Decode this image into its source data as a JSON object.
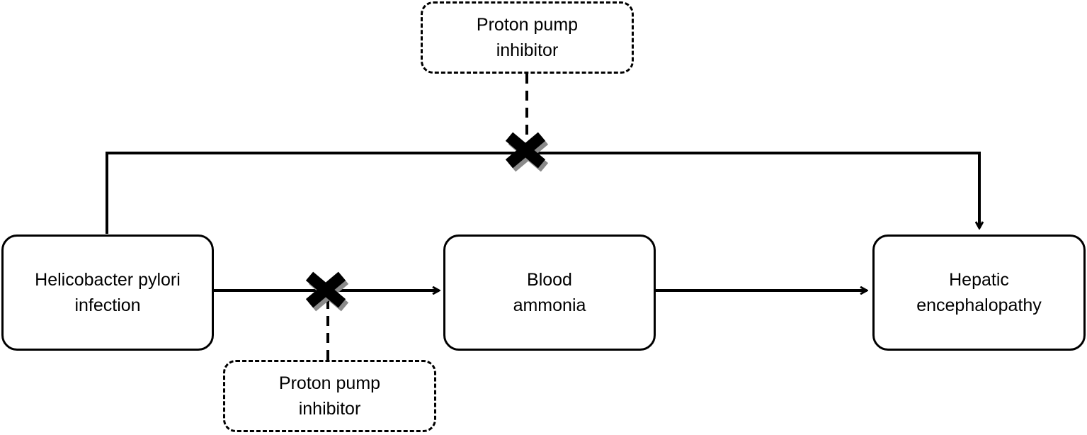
{
  "nodes": {
    "h_pylori": {
      "label": "Helicobacter pylori infection"
    },
    "blood_ammonia": {
      "label": "Blood ammonia"
    },
    "hepatic_encephalopathy": {
      "label": "Hepatic encephalopathy"
    },
    "ppi_top": {
      "label": "Proton pump inhibitor"
    },
    "ppi_bottom": {
      "label": "Proton pump inhibitor"
    }
  },
  "colors": {
    "stroke": "#000000",
    "cross_shadow": "#8a8a8a",
    "background": "#ffffff"
  },
  "icons": {
    "block_mark": "x-cross-icon"
  }
}
